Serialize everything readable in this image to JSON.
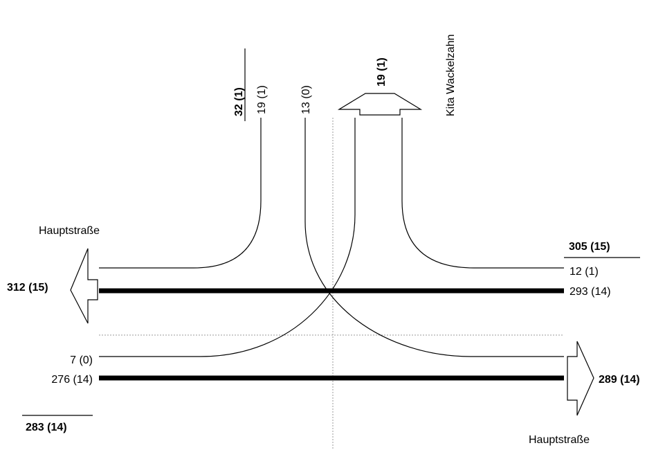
{
  "streets": {
    "west_name": "Hauptstraße",
    "east_name": "Hauptstraße",
    "north_name": "Kita Wackelzahn"
  },
  "north": {
    "inbound_total": "32 (1)",
    "left_turn": "19 (1)",
    "right_turn": "13 (0)",
    "outbound_total": "19 (1)"
  },
  "east": {
    "inbound_total": "305 (15)",
    "right_turn": "12 (1)",
    "through": "293 (14)",
    "outbound_total": "289 (14)"
  },
  "west": {
    "inbound_total": "283 (14)",
    "left_turn": "7 (0)",
    "through": "276 (14)",
    "outbound_total": "312 (15)"
  }
}
